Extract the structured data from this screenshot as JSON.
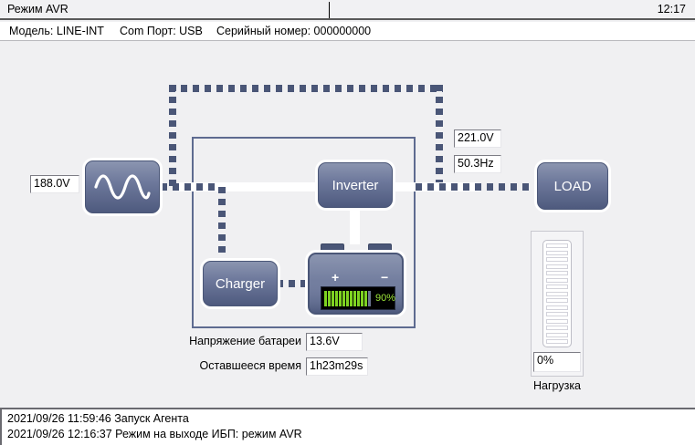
{
  "titlebar": {
    "mode_title": "Режим AVR",
    "clock": "12:17"
  },
  "infobar": {
    "model": "Модель: LINE-INT",
    "com_port": "Com Порт: USB",
    "serial": "Серийный номер: 000000000"
  },
  "diagram": {
    "input_voltage": "188.0V",
    "output_voltage": "221.0V",
    "output_frequency": "50.3Hz",
    "blocks": {
      "ac_source": "",
      "inverter": "Inverter",
      "charger": "Charger",
      "load": "LOAD"
    },
    "battery": {
      "percent_label": "90%",
      "percent_value": 90,
      "plus": "+",
      "minus": "−"
    },
    "readouts": {
      "battery_voltage_label": "Напряжение батареи",
      "battery_voltage_value": "13.6V",
      "runtime_label": "Оставшееся время",
      "runtime_value": "1h23m29s"
    },
    "load_gauge": {
      "value": "0%",
      "percent_value": 0,
      "caption": "Нагрузка",
      "segments": 15
    }
  },
  "log": {
    "lines": [
      "2021/09/26 11:59:46   Запуск Агента",
      "2021/09/26 12:16:37   Режим на выходе ИБП: режим AVR"
    ]
  },
  "colors": {
    "block_gradient_top": "#8b95b0",
    "block_gradient_bottom": "#4e5a7e",
    "flow_active": "#4a5677",
    "battery_green": "#7ed321",
    "ups_border": "#5e6b90"
  }
}
